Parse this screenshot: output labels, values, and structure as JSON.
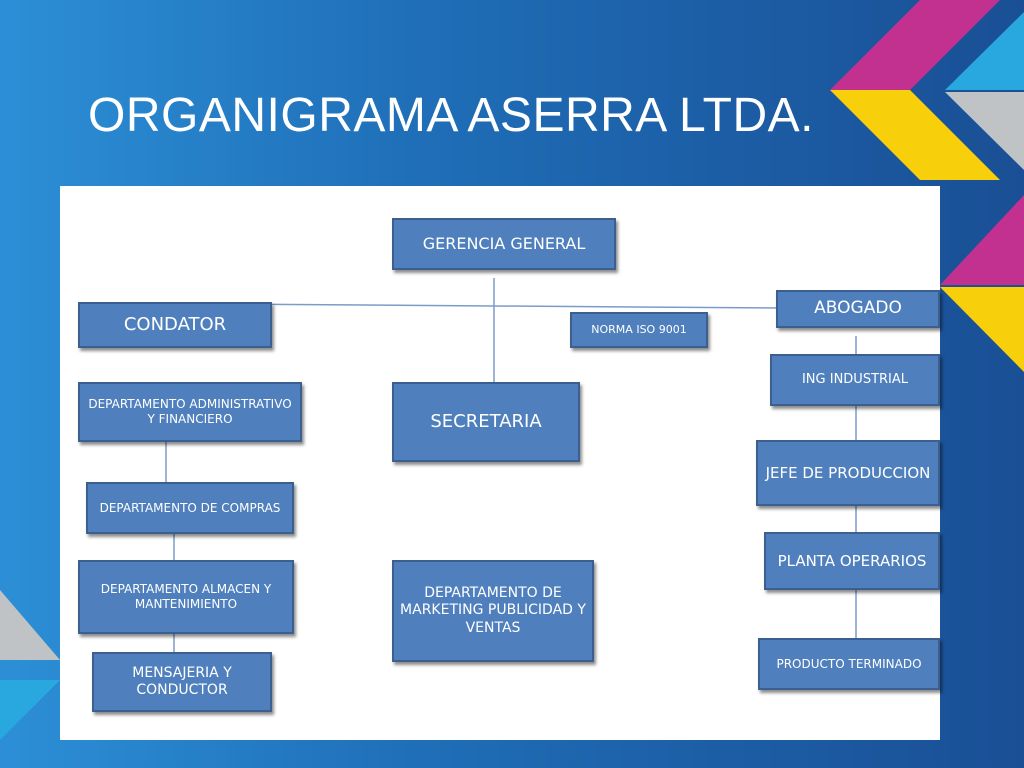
{
  "slide": {
    "title": "ORGANIGRAMA ASERRA LTDA."
  },
  "colors": {
    "background": "#1f6fb8",
    "node_fill": "#4f80bd",
    "node_border": "#3b5f8e",
    "connector": "#7a9cc8",
    "accent_magenta": "#c2318f",
    "accent_yellow": "#f7cf0b",
    "accent_cyan": "#29a8e0",
    "accent_gray": "#bfc3c6"
  },
  "org": {
    "gerencia": "GERENCIA GENERAL",
    "condator": "CONDATOR",
    "abogado": "ABOGADO",
    "norma": "NORMA ISO 9001",
    "secretaria": "SECRETARIA",
    "dep_admin": "DEPARTAMENTO ADMINISTRATIVO Y FINANCIERO",
    "dep_compras": "DEPARTAMENTO DE COMPRAS",
    "dep_almacen": "DEPARTAMENTO ALMACEN Y MANTENIMIENTO",
    "mensajeria": "MENSAJERIA Y CONDUCTOR",
    "dep_marketing": "DEPARTAMENTO DE MARKETING PUBLICIDAD Y VENTAS",
    "ing_industrial": "ING INDUSTRIAL",
    "jefe_produccion": "JEFE DE PRODUCCION",
    "planta": "PLANTA OPERARIOS",
    "producto": "PRODUCTO TERMINADO"
  }
}
